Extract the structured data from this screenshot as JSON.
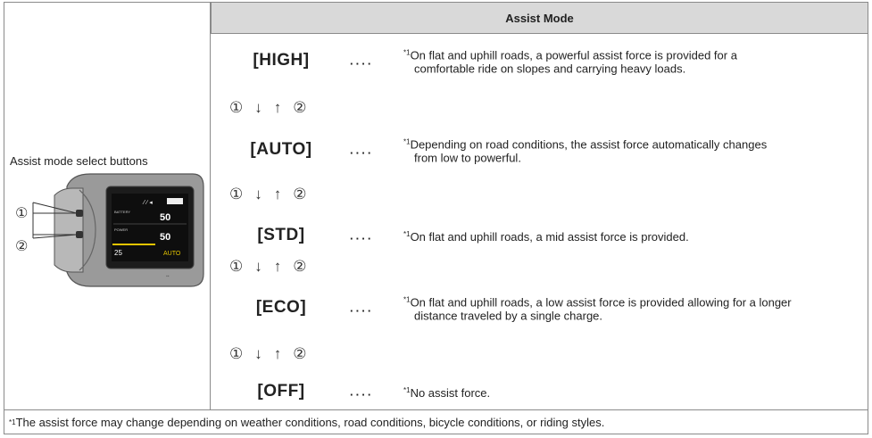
{
  "header": {
    "title": "Assist Mode"
  },
  "left": {
    "caption": "Assist mode select buttons",
    "callout_1": "①",
    "callout_2": "②"
  },
  "device": {
    "battery_label": "BATTERY",
    "power_label": "POWER",
    "power_value": "50",
    "assist_value": "50",
    "speed_value": "25",
    "mode_label": "AUTO"
  },
  "modes": [
    {
      "label": "[HIGH]",
      "dots": "....",
      "note_mark": "*1",
      "line1": "On flat and uphill roads, a powerful assist force is provided for a",
      "line2": "comfortable ride on slopes and carrying heavy loads."
    },
    {
      "label": "[AUTO]",
      "dots": "....",
      "note_mark": "*1",
      "line1": "Depending on road conditions, the assist force automatically changes",
      "line2": "from low to powerful."
    },
    {
      "label": "[STD]",
      "dots": "....",
      "note_mark": "*1",
      "line1": "On flat and uphill roads, a mid assist force is provided.",
      "line2": ""
    },
    {
      "label": "[ECO]",
      "dots": "....",
      "note_mark": "*1",
      "line1": "On flat and uphill roads, a low assist force is provided allowing for a longer",
      "line2": "distance traveled by a single charge."
    },
    {
      "label": "[OFF]",
      "dots": "....",
      "note_mark": "*1",
      "line1": "No assist force.",
      "line2": ""
    }
  ],
  "arrows": {
    "num1": "①",
    "down": "↓",
    "up": "↑",
    "num2": "②"
  },
  "footer": {
    "note_mark": "*1",
    "text": " The assist force may change depending on weather conditions, road conditions, bicycle conditions, or riding styles."
  },
  "colors": {
    "header_bg": "#d9d9d9",
    "border": "#8a8a8a"
  }
}
